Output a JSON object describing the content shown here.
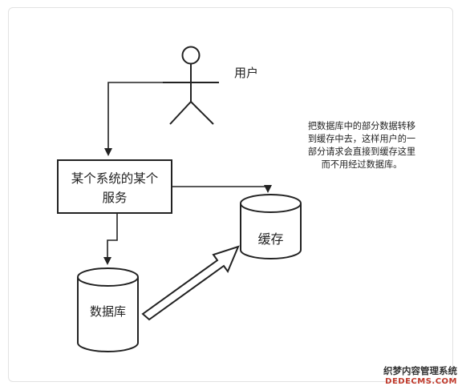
{
  "diagram": {
    "user": {
      "label": "用户"
    },
    "service": {
      "label_line1": "某个系统的某个",
      "label_line2": "服务"
    },
    "cache": {
      "label": "缓存"
    },
    "database": {
      "label": "数据库"
    },
    "note": {
      "lines": [
        "把数据库中的部分数据转移",
        "到缓存中去，这样用户的一",
        "部分请求会直接到缓存这里",
        "而不用经过数据库。"
      ]
    }
  },
  "watermark": {
    "chinese": "织梦内容管理系统",
    "english": "DEDECMS.COM"
  },
  "colors": {
    "stroke": "#222222",
    "background": "#ffffff",
    "frame_border": "#e2e2e2",
    "watermark_accent": "#c0392b"
  }
}
